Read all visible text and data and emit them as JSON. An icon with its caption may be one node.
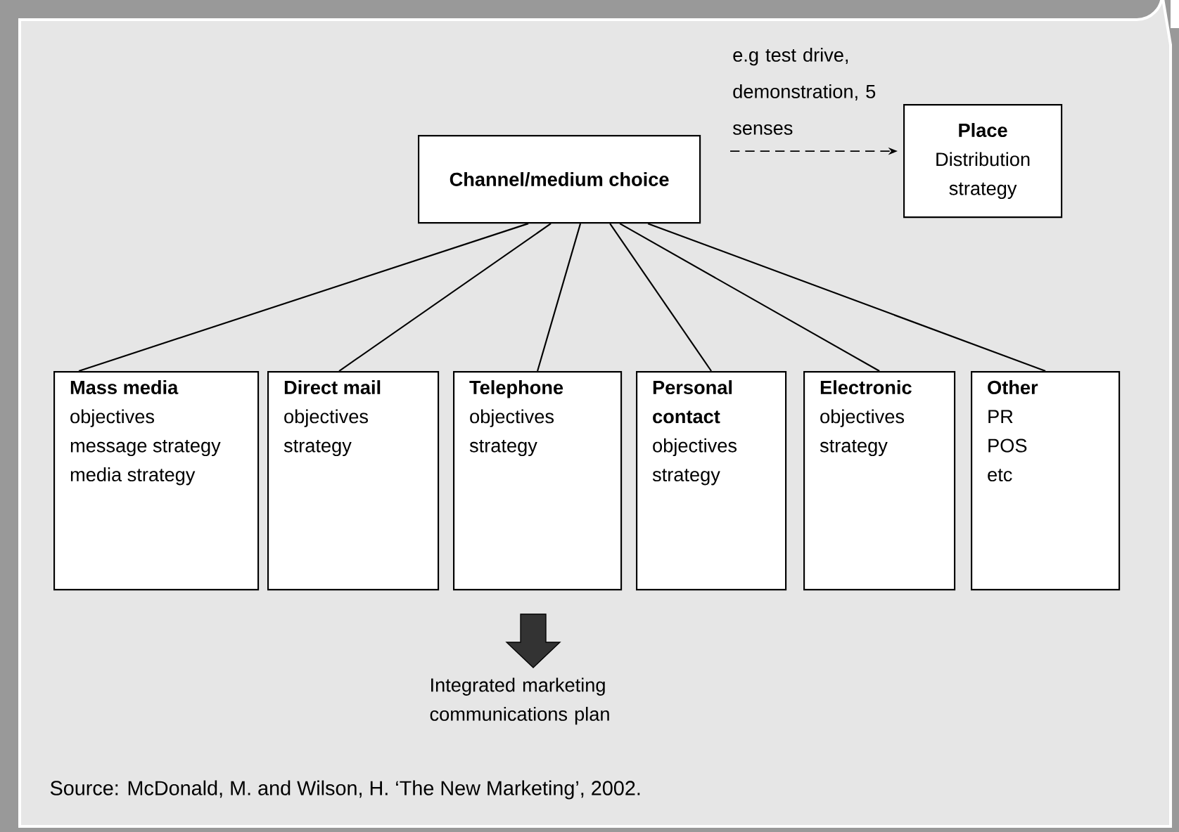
{
  "diagram": {
    "caption": "Source:  McDonald, M. and Wilson, H. ‘The New Marketing’, 2002.",
    "nodes": [
      {
        "text": [
          "Channel/medium choice"
        ]
      },
      {
        "text": [
          "Place",
          "Distribution strategy"
        ]
      },
      {
        "text": [
          "Mass media",
          "objectives",
          "message strategy",
          "media strategy"
        ]
      },
      {
        "text": [
          "Direct mail",
          "objectives",
          "strategy"
        ]
      },
      {
        "text": [
          "Telephone",
          "objectives",
          "strategy"
        ]
      },
      {
        "text": [
          "Personal contact",
          "objectives",
          "strategy"
        ]
      },
      {
        "text": [
          "Electronic",
          "objectives",
          "strategy"
        ]
      },
      {
        "text": [
          "Other",
          "PR",
          "POS",
          "etc"
        ]
      },
      {
        "text": [
          "Integrated marketing communications plan"
        ]
      }
    ],
    "edges": [
      {
        "from": null,
        "to": 1,
        "arrow": "to",
        "style": "dashed",
        "label": "e.g  test drive, demonstration, 5 senses"
      },
      {
        "from": 0,
        "to": 2,
        "arrow": "none"
      },
      {
        "from": 0,
        "to": 3,
        "arrow": "none"
      },
      {
        "from": 0,
        "to": 4,
        "arrow": "none"
      },
      {
        "from": 0,
        "to": 5,
        "arrow": "none"
      },
      {
        "from": 0,
        "to": 6,
        "arrow": "none"
      },
      {
        "from": 0,
        "to": 7,
        "arrow": "none"
      },
      {
        "from": null,
        "to": 8,
        "arrow": "to",
        "style": "thick"
      }
    ]
  }
}
